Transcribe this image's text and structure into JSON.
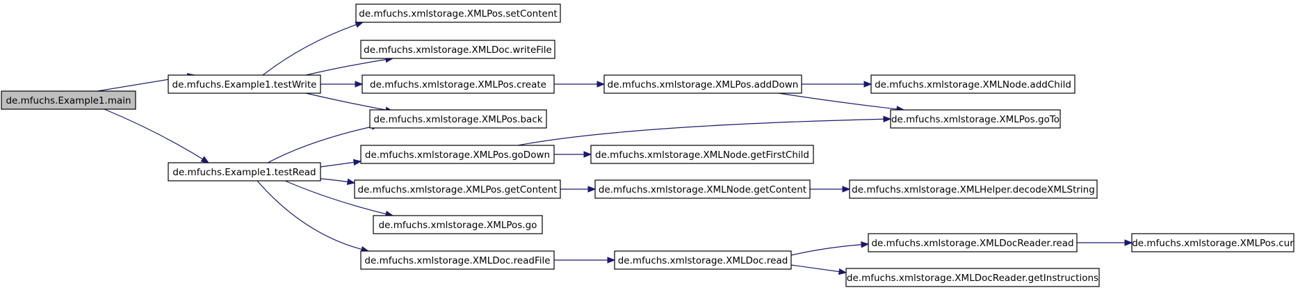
{
  "nodes": [
    {
      "id": "main",
      "label": "de.mfuchs.Example1.main",
      "root": true
    },
    {
      "id": "testWrite",
      "label": "de.mfuchs.Example1.testWrite"
    },
    {
      "id": "testRead",
      "label": "de.mfuchs.Example1.testRead"
    },
    {
      "id": "setContent",
      "label": "de.mfuchs.xmlstorage.XMLPos.setContent"
    },
    {
      "id": "writeFile",
      "label": "de.mfuchs.xmlstorage.XMLDoc.writeFile"
    },
    {
      "id": "create",
      "label": "de.mfuchs.xmlstorage.XMLPos.create"
    },
    {
      "id": "back",
      "label": "de.mfuchs.xmlstorage.XMLPos.back"
    },
    {
      "id": "goDown",
      "label": "de.mfuchs.xmlstorage.XMLPos.goDown"
    },
    {
      "id": "getContentPos",
      "label": "de.mfuchs.xmlstorage.XMLPos.getContent"
    },
    {
      "id": "go",
      "label": "de.mfuchs.xmlstorage.XMLPos.go"
    },
    {
      "id": "readFile",
      "label": "de.mfuchs.xmlstorage.XMLDoc.readFile"
    },
    {
      "id": "addDown",
      "label": "de.mfuchs.xmlstorage.XMLPos.addDown"
    },
    {
      "id": "getFirstChild",
      "label": "de.mfuchs.xmlstorage.XMLNode.getFirstChild"
    },
    {
      "id": "getContentNode",
      "label": "de.mfuchs.xmlstorage.XMLNode.getContent"
    },
    {
      "id": "docRead",
      "label": "de.mfuchs.xmlstorage.XMLDoc.read"
    },
    {
      "id": "addChild",
      "label": "de.mfuchs.xmlstorage.XMLNode.addChild"
    },
    {
      "id": "goTo",
      "label": "de.mfuchs.xmlstorage.XMLPos.goTo"
    },
    {
      "id": "decode",
      "label": "de.mfuchs.xmlstorage.XMLHelper.decodeXMLString"
    },
    {
      "id": "readerRead",
      "label": "de.mfuchs.xmlstorage.XMLDocReader.read"
    },
    {
      "id": "getInstructions",
      "label": "de.mfuchs.xmlstorage.XMLDocReader.getInstructions"
    },
    {
      "id": "cur",
      "label": "de.mfuchs.xmlstorage.XMLPos.cur"
    }
  ],
  "edges": [
    {
      "from": "main",
      "to": "testWrite"
    },
    {
      "from": "main",
      "to": "testRead"
    },
    {
      "from": "testWrite",
      "to": "setContent"
    },
    {
      "from": "testWrite",
      "to": "writeFile"
    },
    {
      "from": "testWrite",
      "to": "create"
    },
    {
      "from": "testWrite",
      "to": "back"
    },
    {
      "from": "testRead",
      "to": "back"
    },
    {
      "from": "testRead",
      "to": "goDown"
    },
    {
      "from": "testRead",
      "to": "getContentPos"
    },
    {
      "from": "testRead",
      "to": "go"
    },
    {
      "from": "testRead",
      "to": "readFile"
    },
    {
      "from": "create",
      "to": "addDown"
    },
    {
      "from": "addDown",
      "to": "addChild"
    },
    {
      "from": "addDown",
      "to": "goTo"
    },
    {
      "from": "goDown",
      "to": "goTo"
    },
    {
      "from": "goDown",
      "to": "getFirstChild"
    },
    {
      "from": "getContentPos",
      "to": "getContentNode"
    },
    {
      "from": "getContentNode",
      "to": "decode"
    },
    {
      "from": "readFile",
      "to": "docRead"
    },
    {
      "from": "docRead",
      "to": "readerRead"
    },
    {
      "from": "docRead",
      "to": "getInstructions"
    },
    {
      "from": "readerRead",
      "to": "cur"
    }
  ],
  "colors": {
    "edge": "#191970",
    "root_fill": "#bfbfbf",
    "node_fill": "#ffffff",
    "node_border": "#000000"
  }
}
